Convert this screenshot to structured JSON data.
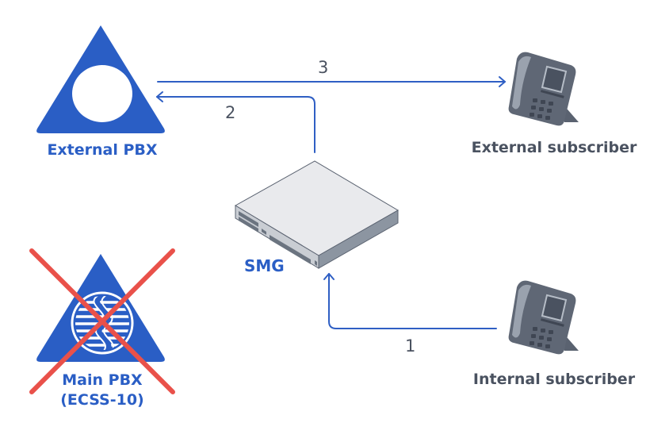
{
  "colors": {
    "pbx_blue": "#2a5ec5",
    "arrow_blue": "#2f5fc4",
    "label_gray": "#4a5260",
    "cross_red": "#e9514a"
  },
  "nodes": {
    "external_pbx": {
      "label": "External PBX",
      "icon": "pbx-triangle-icon"
    },
    "main_pbx": {
      "label_line1": "Main PBX",
      "label_line2": "(ECSS-10)",
      "icon": "ecss-triangle-icon",
      "status": "unavailable"
    },
    "smg": {
      "label": "SMG",
      "icon": "network-switch-icon"
    },
    "external_subscriber": {
      "label": "External subscriber",
      "icon": "desk-phone-icon"
    },
    "internal_subscriber": {
      "label": "Internal subscriber",
      "icon": "desk-phone-icon"
    }
  },
  "flows": [
    {
      "step": "1",
      "from": "Internal subscriber",
      "to": "SMG"
    },
    {
      "step": "2",
      "from": "SMG",
      "to": "External PBX"
    },
    {
      "step": "3",
      "from": "External PBX",
      "to": "External subscriber"
    }
  ]
}
